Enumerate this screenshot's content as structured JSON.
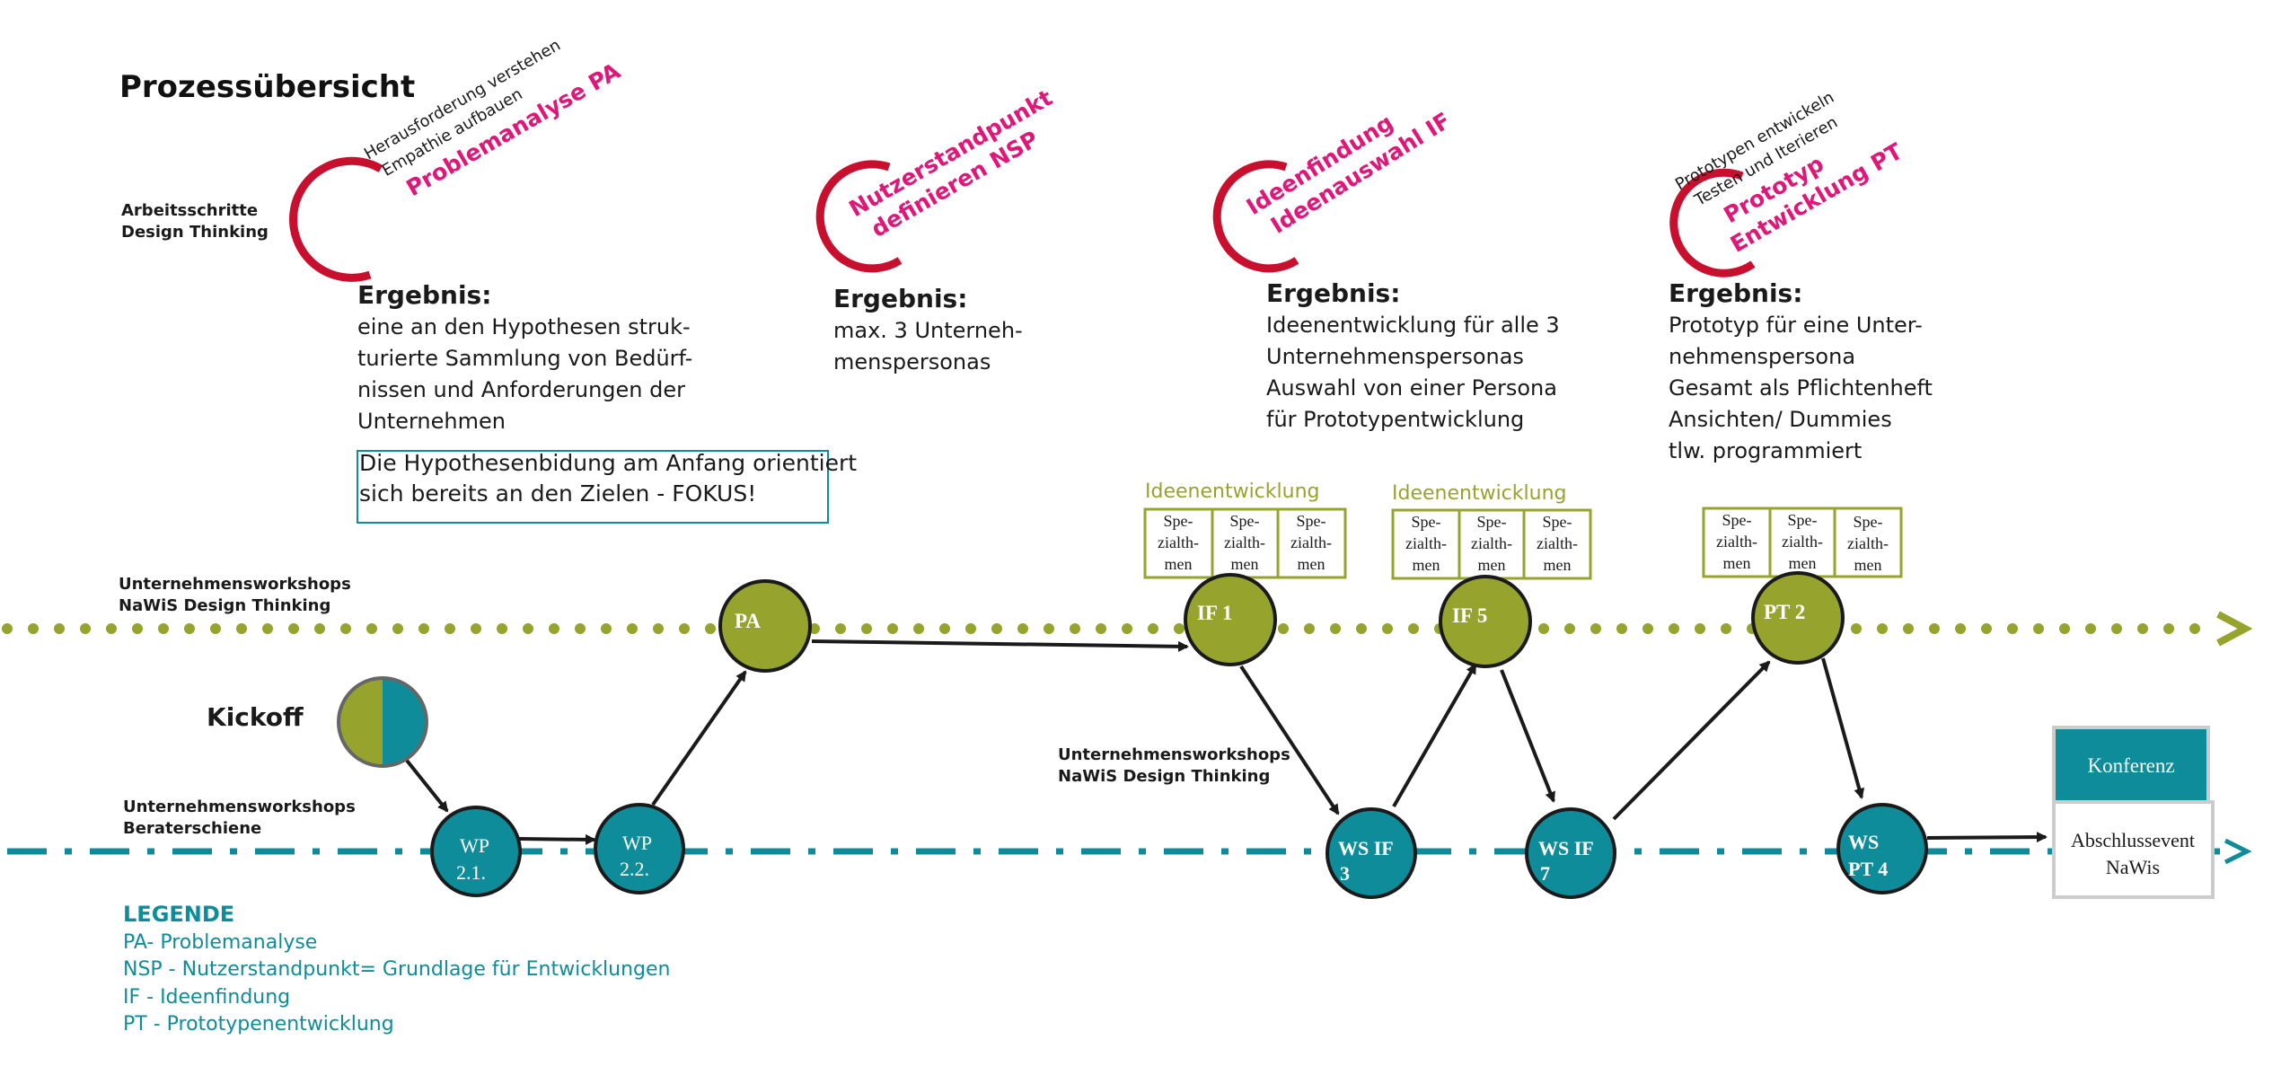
{
  "title": "Prozessübersicht",
  "lane_labels": {
    "arbeitsschritte": [
      "Arbeitsschritte",
      "Design Thinking"
    ],
    "workshops_top": [
      "Unternehmensworkshops",
      "NaWiS Design Thinking"
    ],
    "workshops_mid": [
      "Unternehmensworkshops",
      "NaWiS Design Thinking"
    ],
    "berater": [
      "Unternehmensworkshops",
      "Beraterschiene"
    ]
  },
  "phases": [
    {
      "id": "pa",
      "side_text": [
        "Herausforderung verstehen",
        "Empathie aufbauen"
      ],
      "name": [
        "Problemanalyse PA"
      ],
      "result_heading": "Ergebnis:",
      "result_lines": [
        "eine an den Hypothesen struk-",
        "turierte Sammlung von Bedürf-",
        "nissen und Anforderungen der",
        "Unternehmen"
      ]
    },
    {
      "id": "nsp",
      "side_text": [],
      "name": [
        "Nutzerstandpunkt",
        "definieren NSP"
      ],
      "result_heading": "Ergebnis:",
      "result_lines": [
        "max. 3 Unterneh-",
        "menspersonas"
      ]
    },
    {
      "id": "if",
      "side_text": [],
      "name": [
        "Ideenfindung",
        "Ideenauswahl IF"
      ],
      "result_heading": "Ergebnis:",
      "result_lines": [
        "Ideenentwicklung für alle 3",
        "Unternehmenspersonas",
        "Auswahl von einer Persona",
        "für Prototypentwicklung"
      ]
    },
    {
      "id": "pt",
      "side_text": [
        "Prototypen entwickeln",
        "Testen und Iterieren"
      ],
      "name": [
        "Prototyp",
        "Entwicklung PT"
      ],
      "result_heading": "Ergebnis:",
      "result_lines": [
        "Prototyp für eine Unter-",
        "nehmenspersona",
        "Gesamt als Pflichtenheft",
        "Ansichten/ Dummies",
        "tlw. programmiert"
      ]
    }
  ],
  "focus_note": [
    "Die Hypothesenbidung am Anfang orientiert",
    "sich bereits an den Zielen - FOKUS!"
  ],
  "kickoff_label": "Kickoff",
  "ideas_groups": [
    {
      "label": "Ideenentwicklung",
      "boxes": [
        [
          "Spe-",
          "zialth-",
          "men"
        ],
        [
          "Spe-",
          "zialth-",
          "men"
        ],
        [
          "Spe-",
          "zialth-",
          "men"
        ]
      ]
    },
    {
      "label": "Ideenentwicklung",
      "boxes": [
        [
          "Spe-",
          "zialth-",
          "men"
        ],
        [
          "Spe-",
          "zialth-",
          "men"
        ],
        [
          "Spe-",
          "zialth-",
          "men"
        ]
      ]
    },
    {
      "label": "",
      "boxes": [
        [
          "Spe-",
          "zialth-",
          "men"
        ],
        [
          "Spe-",
          "zialth-",
          "men"
        ],
        [
          "Spe-",
          "zialth-",
          "men"
        ]
      ]
    }
  ],
  "nodes": {
    "pa": "PA",
    "if1": "IF 1",
    "if5": "IF 5",
    "pt2": "PT 2",
    "wp21": [
      "WP",
      "2.1."
    ],
    "wp22": [
      "WP",
      "2.2."
    ],
    "wsif3": [
      "WS IF",
      "3"
    ],
    "wsif7": [
      "WS IF",
      "7"
    ],
    "wspt4": [
      "WS",
      "PT 4"
    ]
  },
  "konferenz": "Konferenz",
  "abschluss": [
    "Abschlussevent",
    "NaWis"
  ],
  "legend": {
    "heading": "LEGENDE",
    "items": [
      "PA- Problemanalyse",
      "NSP - Nutzerstandpunkt= Grundlage für Entwicklungen",
      "IF - Ideenfindung",
      "PT - Prototypenentwicklung"
    ]
  },
  "colors": {
    "olive": "#96a42e",
    "teal": "#0e8c99",
    "magenta": "#e0177a",
    "red": "#c8102e",
    "dark": "#1a1a1a"
  }
}
